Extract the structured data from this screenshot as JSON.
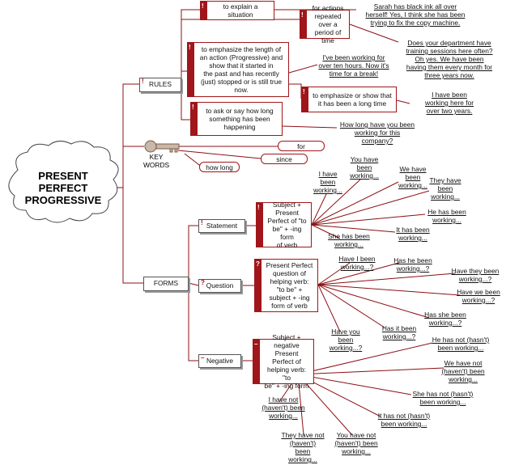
{
  "center": {
    "title": "PRESENT\nPERFECT\nPROGRESSIVE"
  },
  "branches": {
    "rules": "RULES",
    "keywords": "KEY\nWORDS",
    "forms": "FORMS"
  },
  "rules": [
    {
      "text": "to explain a\nsituation",
      "example": "Sarah has black ink all over\nherself!  Yes, I think she has been\ntrying to fix the copy machine."
    },
    {
      "text": "for actions\nrepeated over a\nperiod of time",
      "example": "Does your department have\ntraining sessions here often?\nOh yes. We have been\nhaving them every month for\nthree years now."
    },
    {
      "text": "to emphasize the length of\nan action (Progressive) and\nshow that it started in\nthe past and has recently\n(just) stopped or is still true\nnow.",
      "example": "I've been working for\nover ten hours. Now it's\ntime for a break!"
    },
    {
      "text": "to emphasize or show that\nit has been a long time",
      "example": "I have been\nworking here for\nover two years."
    },
    {
      "text": "to ask or say how long\nsomething has been\nhappening",
      "example": "How long have you been\nworking for this\ncompany?"
    }
  ],
  "keywords": [
    "for",
    "since",
    "how long"
  ],
  "forms": {
    "statement": {
      "label": "Statement",
      "rule": "Subject +\nPresent\nPerfect of \"to\nbe\" + -ing form\nof verb",
      "examples": [
        "I have\nbeen\nworking...",
        "You have\nbeen\nworking...",
        "We have\nbeen\nworking...",
        "They have\nbeen\nworking...",
        "He has been\nworking...",
        "It has been\nworking...",
        "She has been\nworking..."
      ]
    },
    "question": {
      "label": "Question",
      "rule": "Present Perfect\nquestion of\nhelping verb:\n\"to be\" +\nsubject + -ing\nform of verb",
      "examples": [
        "Have I been\nworking...?",
        "Has he been\nworking...?",
        "Have they been\nworking...?",
        "Have we been\nworking...?",
        "Has she been\nworking...?",
        "Has it been\nworking...?",
        "Have you\nbeen\nworking...?"
      ]
    },
    "negative": {
      "label": "Negative",
      "rule": "Subject +\nnegative Present\nPerfect of\nhelping verb: \"to\nbe\" + -ing form",
      "examples": [
        "He has not (hasn't)\nbeen working...",
        "We have not\n(haven't) been\nworking...",
        "She has not (hasn't)\nbeen working...",
        "It has not (hasn't)\nbeen working...",
        "You have not\n(haven't) been\nworking...",
        "They have not\n(haven't)\nbeen\nworking...",
        "I have not\n(haven't) been\nworking..."
      ]
    }
  },
  "colors": {
    "accent": "#a0161a",
    "line": "#8b1014"
  }
}
